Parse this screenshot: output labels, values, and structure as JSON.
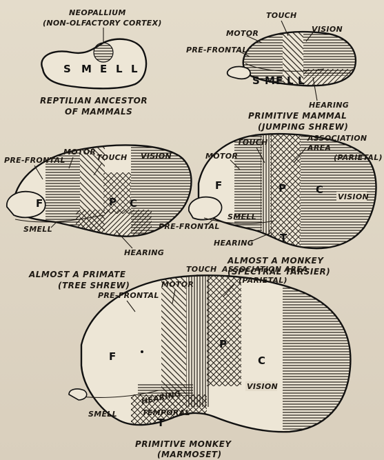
{
  "diagram": {
    "reptile": {
      "caption_line1": "REPTILIAN ANCESTOR",
      "caption_line2": "OF MAMMALS",
      "label_neopallium_1": "NEOPALLIUM",
      "label_neopallium_2": "(NON-OLFACTORY CORTEX)",
      "letters": [
        "S",
        "M",
        "E",
        "L",
        "L"
      ]
    },
    "shrew": {
      "caption_line1": "PRIMITIVE MAMMAL",
      "caption_line2": "(JUMPING SHREW)",
      "touch": "TOUCH",
      "motor": "MOTOR",
      "vision": "VISION",
      "prefrontal": "PRE-FRONTAL",
      "hearing": "HEARING",
      "smell_letters": [
        "S",
        "M",
        "E",
        "L",
        "L"
      ]
    },
    "tree_shrew": {
      "caption_line1": "ALMOST A PRIMATE",
      "caption_line2": "(TREE SHREW)",
      "prefrontal": "PRE-FRONTAL",
      "motor": "MOTOR",
      "touch": "TOUCH",
      "vision": "VISION",
      "smell": "SMELL",
      "hearing": "HEARING",
      "f": "F",
      "p": "P",
      "c": "C"
    },
    "tarsier": {
      "caption_line1": "ALMOST A MONKEY",
      "caption_line2": "(SPECTRAL TARSIER)",
      "motor": "MOTOR",
      "touch": "TOUCH",
      "assoc_1": "ASSOCIATION",
      "assoc_2": "AREA",
      "assoc_3": "(PARIETAL)",
      "vision": "VISION",
      "smell": "SMELL",
      "prefrontal": "PRE-FRONTAL",
      "hearing": "HEARING",
      "f": "F",
      "p": "P",
      "c": "C",
      "t": "T"
    },
    "marmoset": {
      "caption_line1": "PRIMITIVE MONKEY",
      "caption_line2": "(MARMOSET)",
      "prefrontal": "PRE-FRONTAL",
      "motor": "MOTOR",
      "touch": "TOUCH",
      "assoc_1": "ASSOCIATION AREA",
      "assoc_2": "(PARIETAL)",
      "vision": "VISION",
      "smell": "SMELL",
      "hearing": "HEARING",
      "temporal": "TEMPORAL",
      "f": "F",
      "p": "P",
      "c": "C",
      "t": "T"
    }
  }
}
